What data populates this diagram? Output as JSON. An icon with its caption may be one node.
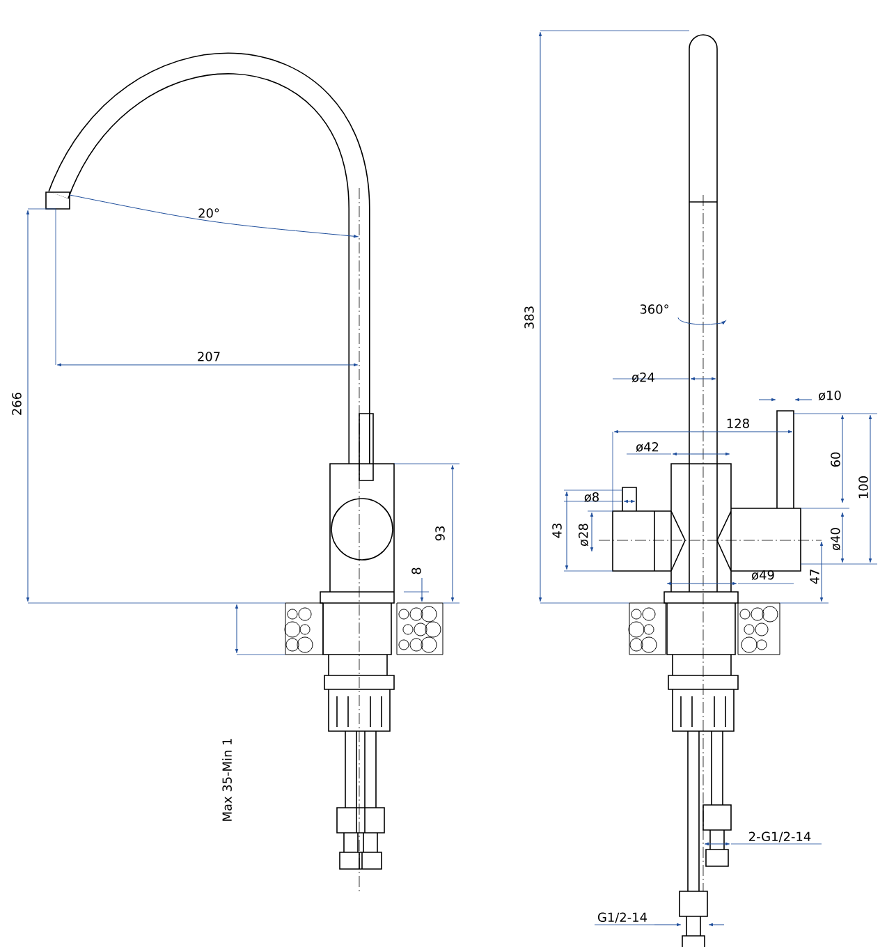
{
  "diagram": {
    "labels": [
      "20°",
      "207",
      "266",
      "93",
      "8",
      "Max 35-Min 1",
      "383",
      "360°",
      "ø24",
      "ø10",
      "128",
      "ø42",
      "60",
      "100",
      "ø8",
      "43",
      "ø28",
      "ø40",
      "ø49",
      "47",
      "2-G1/2-14",
      "G1/2-14"
    ]
  }
}
